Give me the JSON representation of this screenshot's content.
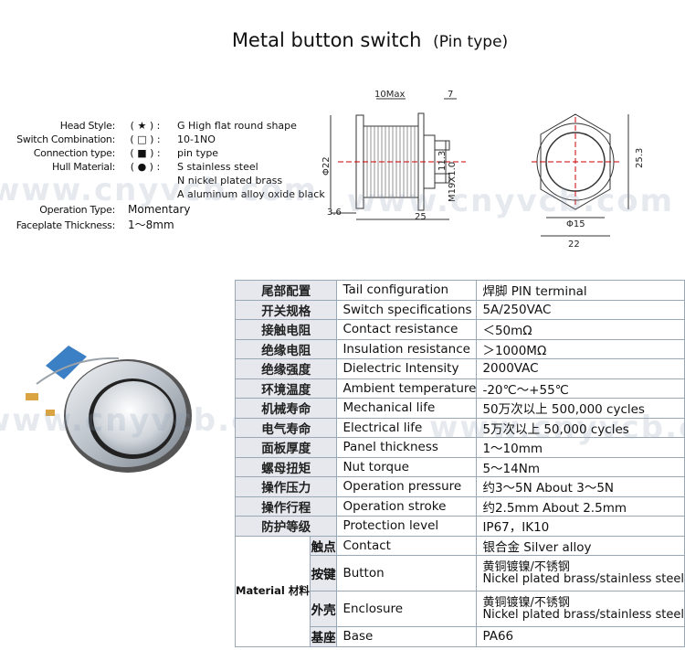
{
  "title": {
    "main": "Metal button switch",
    "sub": "(Pin type)"
  },
  "spec_rows": [
    {
      "label": "Head Style:",
      "symbol": "( ★ ) :",
      "value": "G High flat round shape"
    },
    {
      "label": "Switch Combination:",
      "symbol": "( □ ) :",
      "value": "10-1NO"
    },
    {
      "label": "Connection type:",
      "symbol": "( ■ ) :",
      "value": "pin type"
    },
    {
      "label": "Hull Material:",
      "symbol": "( ● ) :",
      "value": "S stainless steel"
    }
  ],
  "spec_extra": [
    "N nickel plated brass",
    "A aluminum alloy oxide black"
  ],
  "operation": {
    "label": "Operation Type:",
    "value": "Momentary"
  },
  "faceplate": {
    "label": "Faceplate Thickness:",
    "value": "1～8mm"
  },
  "dims": {
    "left": {
      "ten_max": "10Max",
      "seven": "7",
      "phi22": "Φ22",
      "thread": "M19X1.0",
      "d113": "11.3",
      "d36": "3.6",
      "d25": "25"
    },
    "right": {
      "h253": "25.3",
      "phi15": "Φ15",
      "w22": "22"
    }
  },
  "watermark": "www.cnyvcb.com",
  "table": {
    "rows": [
      [
        "尾部配置",
        "Tail configuration",
        "焊脚  PIN terminal"
      ],
      [
        "开关规格",
        "Switch specifications",
        "5A/250VAC"
      ],
      [
        "接触电阻",
        "Contact resistance",
        "＜50mΩ"
      ],
      [
        "绝缘电阻",
        "Insulation resistance",
        "＞1000MΩ"
      ],
      [
        "绝缘强度",
        "Dielectric Intensity",
        "2000VAC"
      ],
      [
        "环境温度",
        "Ambient temperature",
        "-20℃～+55℃"
      ],
      [
        "机械寿命",
        "Mechanical life",
        "50万次以上 500,000 cycles"
      ],
      [
        "电气寿命",
        "Electrical life",
        "5万次以上 50,000  cycles"
      ],
      [
        "面板厚度",
        "Panel thickness",
        "1～10mm"
      ],
      [
        "螺母扭矩",
        "Nut torque",
        "5～14Nm"
      ],
      [
        "操作压力",
        "Operation pressure",
        "约3～5N About 3～5N"
      ],
      [
        "操作行程",
        "Operation stroke",
        "约2.5mm About 2.5mm"
      ],
      [
        "防护等级",
        "Protection level",
        "IP67，IK10"
      ]
    ],
    "material_label": "Material 材料",
    "material_rows": [
      {
        "part": "触点",
        "en": "Contact",
        "value": [
          "银合金 Silver alloy"
        ]
      },
      {
        "part": "按键",
        "en": "Button",
        "value": [
          "黄铜镀镍/不锈钢",
          "Nickel plated brass/stainless steel"
        ]
      },
      {
        "part": "外壳",
        "en": "Enclosure",
        "value": [
          "黄铜镀镍/不锈钢",
          "Nickel plated brass/stainless steel"
        ]
      },
      {
        "part": "基座",
        "en": "Base",
        "value": [
          "PA66"
        ]
      }
    ]
  }
}
